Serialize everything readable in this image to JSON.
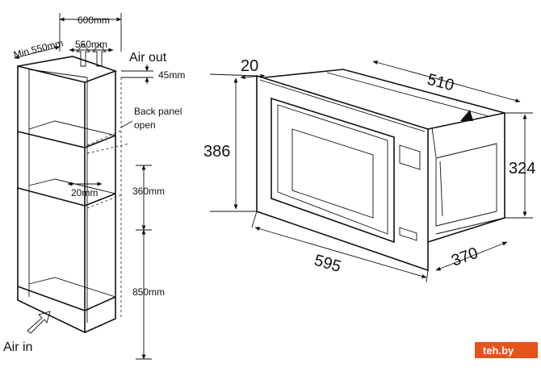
{
  "cabinet": {
    "dim_600": "600mm",
    "dim_min550": "Min.550mm",
    "dim_560": "560mm",
    "dim_45": "45mm",
    "air_out": "Air out",
    "back_panel": "Back panel",
    "open": "open",
    "dim_20": "20mm",
    "dim_360": "360mm",
    "dim_850": "850mm",
    "air_in": "Air in"
  },
  "oven": {
    "dim_20": "20",
    "dim_510": "510",
    "dim_386": "386",
    "dim_324": "324",
    "dim_595": "595",
    "dim_370": "370"
  },
  "watermark": {
    "text": "teh.by",
    "color": "#e5531b"
  }
}
